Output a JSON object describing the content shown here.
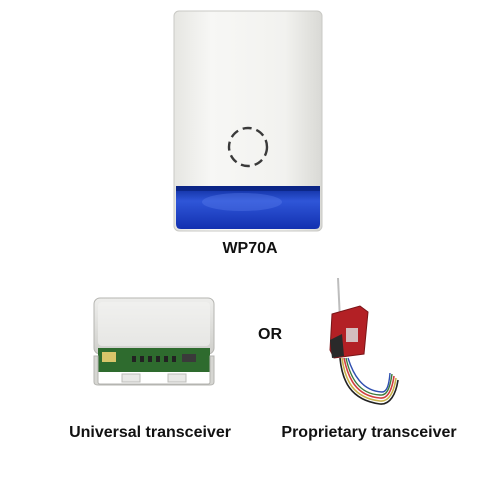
{
  "products": {
    "siren": {
      "model_label": "WP70A",
      "icon": "outdoor-siren-icon",
      "colors": {
        "housing": "#f2f2f0",
        "housing_shadow": "#dcdcd8",
        "strobe": "#1f3fbf",
        "strobe_dark": "#0c2a9a"
      }
    },
    "alternative_label": "OR",
    "universal_transceiver": {
      "label": "Universal transceiver",
      "icon": "transceiver-module-icon",
      "colors": {
        "case": "#e2e2de",
        "board": "#2e6b2e"
      }
    },
    "proprietary_transceiver": {
      "label": "Proprietary transceiver",
      "icon": "wired-radio-board-icon",
      "colors": {
        "board": "#b32025",
        "antenna": "#c8c8c8"
      }
    }
  }
}
